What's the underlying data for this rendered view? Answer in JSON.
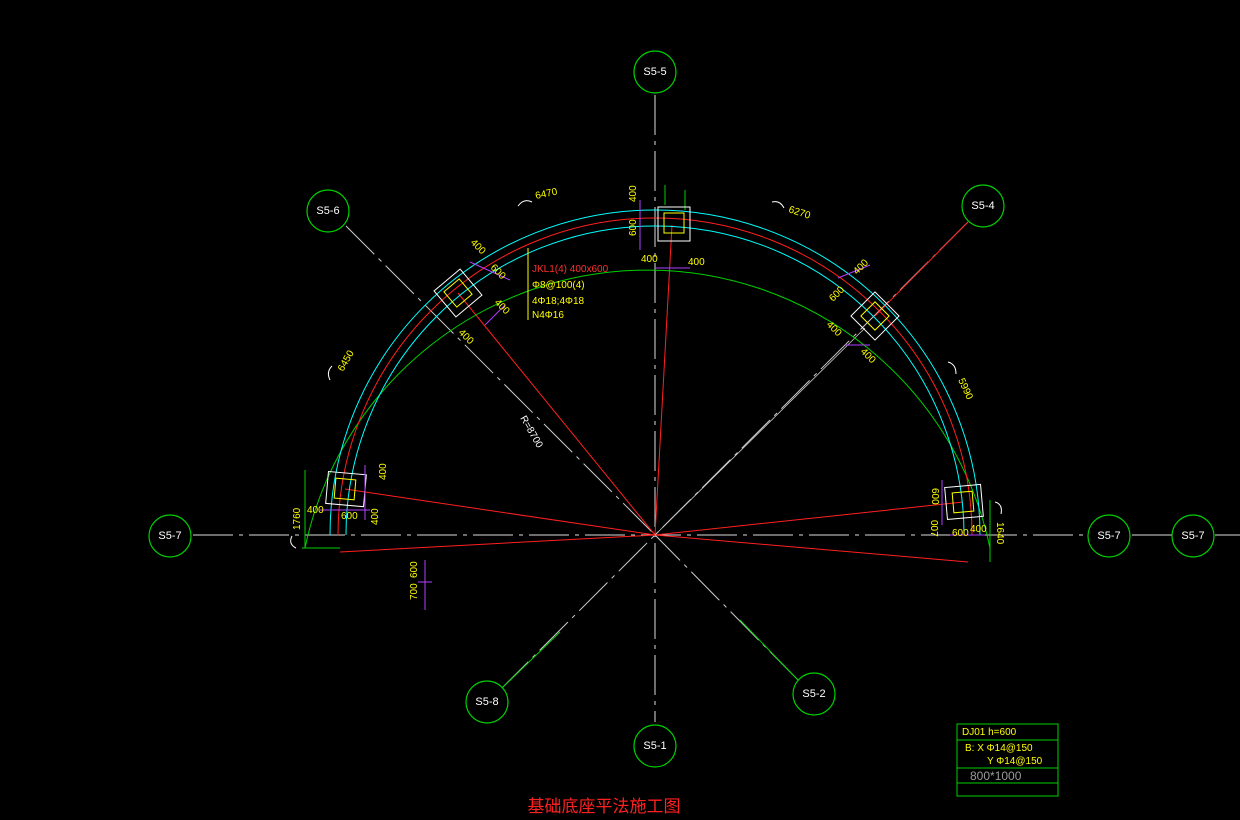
{
  "drawing_title": "基础底座平法施工图",
  "grid_labels": [
    "S5-5",
    "S5-6",
    "S5-4",
    "S5-7",
    "S5-7",
    "S5-7",
    "S5-8",
    "S5-2",
    "S5-1"
  ],
  "arc_dimensions": [
    "6470",
    "6270",
    "6450",
    "5990",
    "1760",
    "1640"
  ],
  "radius_label": "R=8700",
  "pile_dims": {
    "p400": "400",
    "p600": "600",
    "p700": "700",
    "p007": "007"
  },
  "beam_note": [
    "JKL1(4) 400x600",
    "Φ8@100(4)",
    "4Φ18;4Φ18",
    "N4Φ16"
  ],
  "legend": {
    "line1": "DJ01  h=600",
    "line2": "B:  X Φ14@150",
    "line3": "Y Φ14@150",
    "line4": "800*1000"
  },
  "colors": {
    "green": "#00d000",
    "cyan": "#00ffff",
    "red": "#ff2020",
    "yellow": "#ffff00",
    "purple": "#b040ff",
    "white": "#ffffff"
  }
}
